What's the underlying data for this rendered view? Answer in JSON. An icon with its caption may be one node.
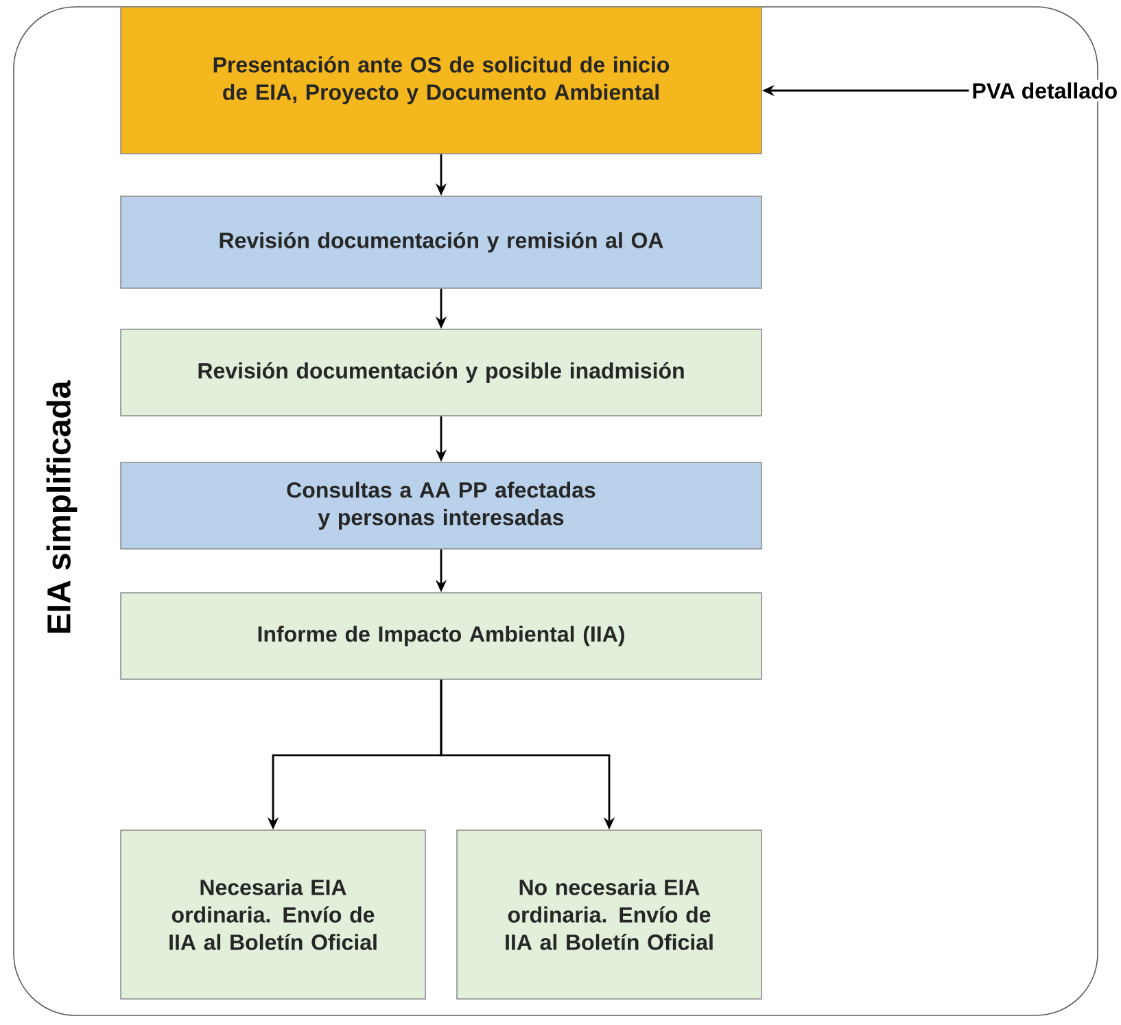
{
  "diagram": {
    "nodes": [
      {
        "text": [
          "EIA simplificada"
        ]
      },
      {
        "text": [
          "Presentación ante OS de solicitud de inicio de EIA, Proyecto y Documento Ambiental"
        ],
        "in": 0
      },
      {
        "text": [
          "Revisión documentación y remisión al OA"
        ],
        "in": 0
      },
      {
        "text": [
          "Revisión documentación y posible inadmisión"
        ],
        "in": 0
      },
      {
        "text": [
          "Consultas a AA PP afectadas y personas interesadas"
        ],
        "in": 0
      },
      {
        "text": [
          "Informe de Impacto Ambiental (IIA)"
        ],
        "in": 0
      },
      {
        "text": [
          "Necesaria EIA ordinaria. Envío de IIA al Boletín Oficial"
        ],
        "in": 0
      },
      {
        "text": [
          "No necesaria EIA ordinaria. Envío de IIA al Boletín Oficial"
        ],
        "in": 0
      },
      {
        "text": [
          "PVA detallado"
        ]
      }
    ],
    "edges": [
      {
        "from": 8,
        "to": 1,
        "arrow": "to"
      },
      {
        "from": 1,
        "to": 2,
        "arrow": "to"
      },
      {
        "from": 2,
        "to": 3,
        "arrow": "to"
      },
      {
        "from": 3,
        "to": 4,
        "arrow": "to"
      },
      {
        "from": 4,
        "to": 5,
        "arrow": "to"
      },
      {
        "from": 5,
        "to": 6,
        "arrow": "to"
      },
      {
        "from": 5,
        "to": 7,
        "arrow": "to"
      }
    ]
  }
}
